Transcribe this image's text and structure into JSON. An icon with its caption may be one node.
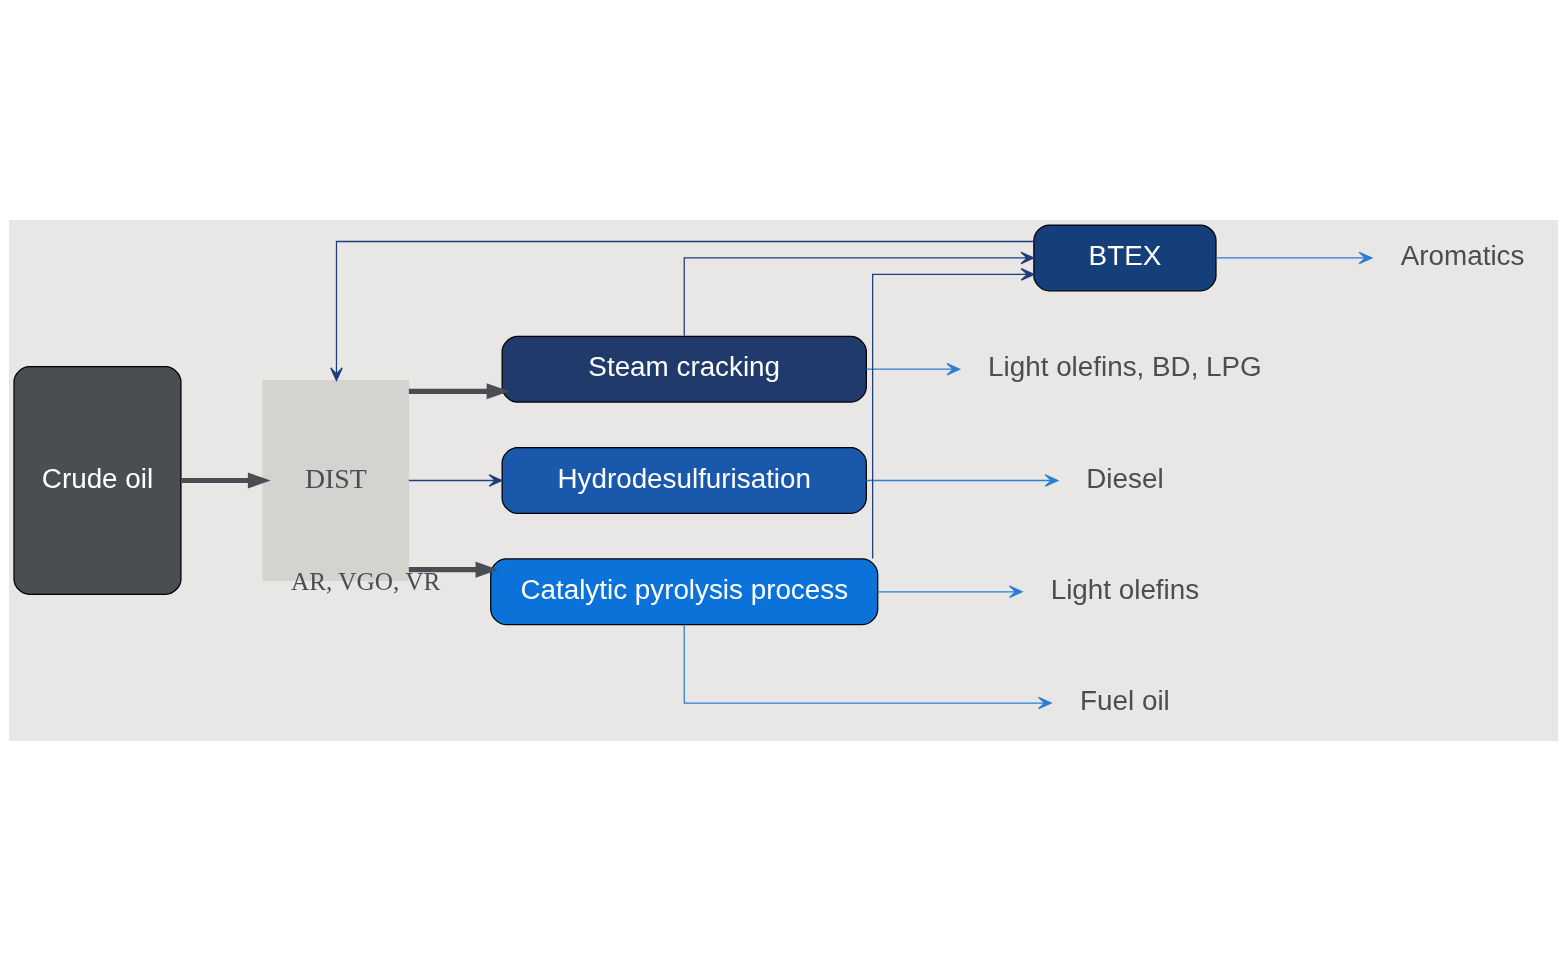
{
  "diagram": {
    "nodes": [
      {
        "text": [
          "Crude oil"
        ]
      },
      {
        "text": [
          "DIST"
        ]
      },
      {
        "text": [
          "Steam cracking"
        ]
      },
      {
        "text": [
          "BTEX"
        ]
      },
      {
        "text": [
          "Hydrodesulfurisation"
        ]
      },
      {
        "text": [
          "Catalytic pyrolysis process"
        ]
      },
      {
        "text": [
          "Light olefins, BD, LPG"
        ]
      },
      {
        "text": [
          "Aromatics"
        ]
      },
      {
        "text": [
          "Diesel"
        ]
      },
      {
        "text": [
          "Light olefins"
        ]
      },
      {
        "text": [
          "Fuel oil"
        ]
      }
    ],
    "edges": [
      {
        "from": 0,
        "to": 1,
        "arrow": "to",
        "style": "thick",
        "color": "#4a4d52"
      },
      {
        "from": 1,
        "to": 2,
        "arrow": "to",
        "style": "thick",
        "color": "#4a4d52"
      },
      {
        "from": 2,
        "to": 3,
        "arrow": "to"
      },
      {
        "from": 3,
        "to": 1,
        "arrow": "to"
      },
      {
        "from": 1,
        "to": 4,
        "arrow": "to"
      },
      {
        "from": 1,
        "to": 5,
        "arrow": "to",
        "style": "thick",
        "color": "#4a4d52",
        "label": "AR, VGO, VR"
      },
      {
        "from": 5,
        "to": 3,
        "arrow": "to"
      },
      {
        "from": 2,
        "to": 6,
        "arrow": "to",
        "color": "#2a7fd4"
      },
      {
        "from": 3,
        "to": 7,
        "arrow": "to",
        "color": "#2a7fd4"
      },
      {
        "from": 4,
        "to": 8,
        "arrow": "to",
        "color": "#2a7fd4"
      },
      {
        "from": 5,
        "to": 9,
        "arrow": "to",
        "color": "#2a7fd4"
      },
      {
        "from": 5,
        "to": 10,
        "arrow": "to",
        "color": "#2a7fd4"
      }
    ]
  }
}
